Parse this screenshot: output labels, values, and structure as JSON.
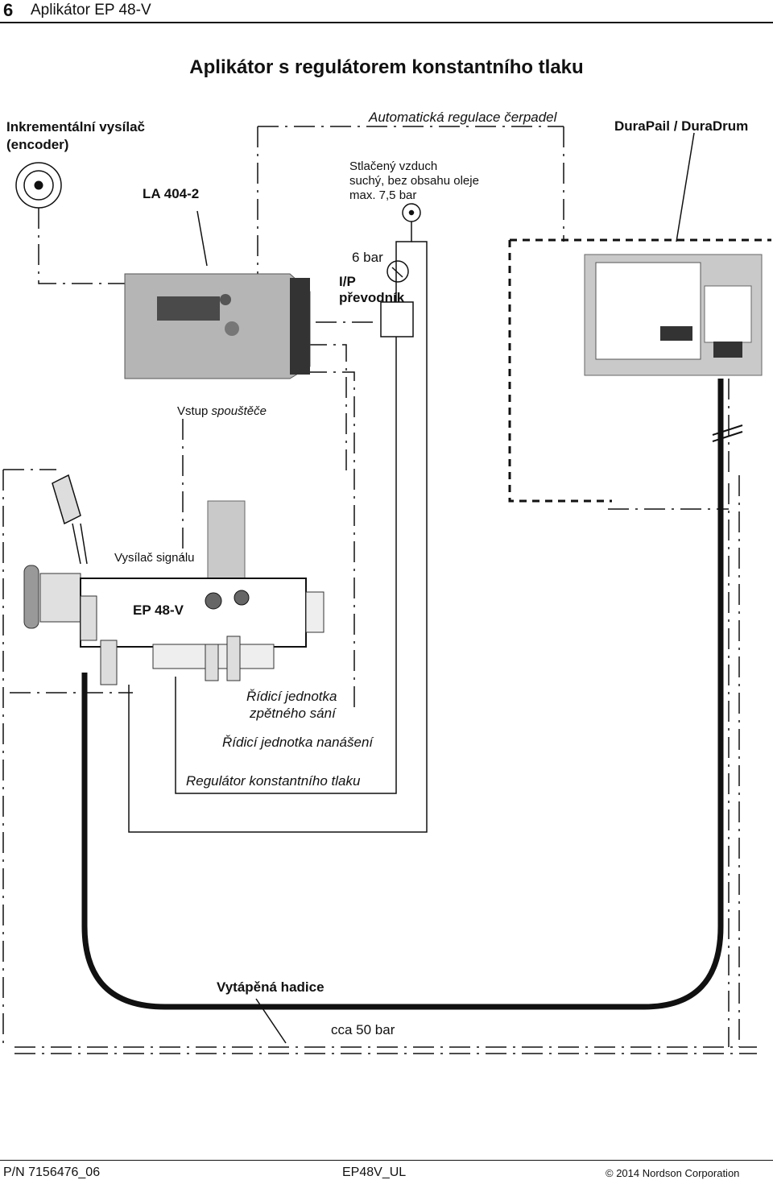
{
  "header": {
    "page_number": "6",
    "title": "Aplikátor EP 48-V"
  },
  "main_title": "Aplikátor s regulátorem konstantního tlaku",
  "labels": {
    "encoder_line1": "Inkrementální vysílač",
    "encoder_line2": "(encoder)",
    "la404": "LA 404-2",
    "auto_regulation": "Automatická regulace čerpadel",
    "durapail": "DuraPail / DuraDrum",
    "air_line1": "Stlačený vzduch",
    "air_line2": "suchý, bez obsahu oleje",
    "air_line3": "max. 7,5 bar",
    "six_bar": "6 bar",
    "ip_line1": "I/P",
    "ip_line2": "převodník",
    "trigger_prefix": "Vstup ",
    "trigger_italic": "spouštěče",
    "signal_sender": "Vysílač signálu",
    "ep48v": "EP 48-V",
    "suckback_line1": "Řídicí jednotka",
    "suckback_line2": "zpětného sání",
    "application_unit": "Řídicí jednotka nanášení",
    "pressure_regulator": "Regulátor konstantního tlaku",
    "heated_hose": "Vytápěná hadice",
    "approx_50_bar": "cca 50 bar"
  },
  "footer": {
    "part_number": "P/N 7156476_06",
    "doc_code": "EP48V_UL",
    "copyright": "© 2014 Nordson Corporation"
  },
  "colors": {
    "line": "#111111",
    "device_gray": "#b5b5b5",
    "panel_gray": "#c9c9c9",
    "display": "#4a4a4a"
  }
}
